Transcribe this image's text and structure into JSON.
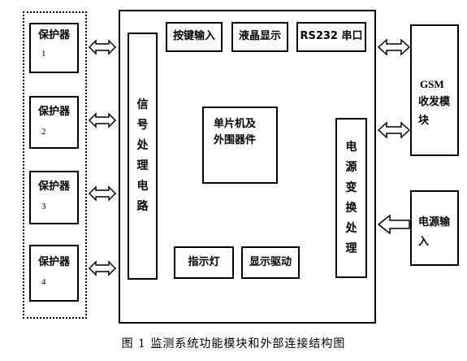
{
  "protectors": [
    {
      "label": "保护器",
      "num": "1"
    },
    {
      "label": "保护器",
      "num": "2"
    },
    {
      "label": "保护器",
      "num": "3"
    },
    {
      "label": "保护器",
      "num": "4"
    }
  ],
  "signal_processing": [
    "信",
    "号",
    "处",
    "理",
    "电",
    "路"
  ],
  "top_boxes": {
    "keys": "按键输入",
    "lcd": "液晶显示",
    "serial": "RS232 串口"
  },
  "mcu": {
    "line1": "单片机及",
    "line2": "外围器件"
  },
  "power_conv": [
    "电",
    "源",
    "变",
    "换",
    "处",
    "理"
  ],
  "bottom_boxes": {
    "indicator": "指示灯",
    "display_driver": "显示驱动"
  },
  "gsm": {
    "line1": "GSM",
    "line2": "收发模",
    "line3": "块"
  },
  "power_in": {
    "line1": "电源输",
    "line2": "入"
  },
  "caption": "图 1   监测系统功能模块和外部连接结构图"
}
